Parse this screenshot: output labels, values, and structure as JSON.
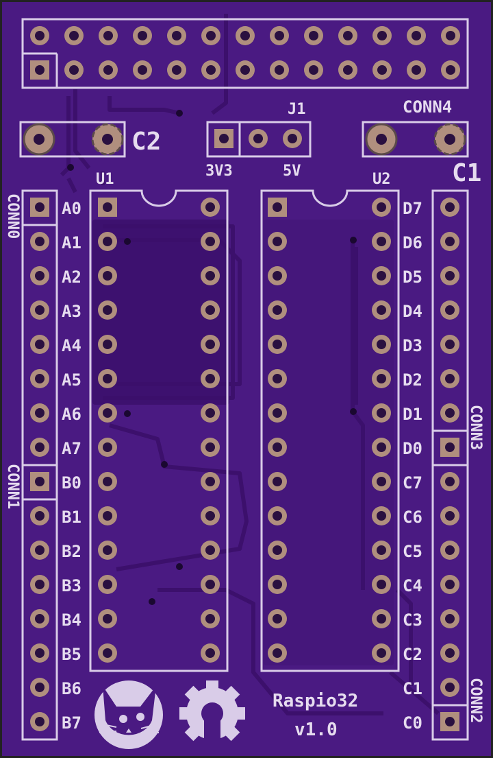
{
  "colors": {
    "board": "#4a1a82",
    "copper": "#3c106c",
    "silk": "#d9cce8",
    "pad": "#b08f7e",
    "hole": "#2a1040"
  },
  "labels": {
    "conn0": "CONN0",
    "conn1": "CONN1",
    "conn2": "CONN2",
    "conn3": "CONN3",
    "conn4": "CONN4",
    "j1": "J1",
    "u1": "U1",
    "u2": "U2",
    "c1": "C1",
    "c2": "C2",
    "v33": "3V3",
    "v5": "5V",
    "title": "Raspio32",
    "version": "v1.0"
  },
  "pinLabelsLeft": [
    "A0",
    "A1",
    "A2",
    "A3",
    "A4",
    "A5",
    "A6",
    "A7",
    "B0",
    "B1",
    "B2",
    "B3",
    "B4",
    "B5",
    "B6",
    "B7"
  ],
  "pinLabelsRight": [
    "D7",
    "D6",
    "D5",
    "D4",
    "D3",
    "D2",
    "D1",
    "D0",
    "C7",
    "C6",
    "C5",
    "C4",
    "C3",
    "C2",
    "C1",
    "C0"
  ],
  "icons": {
    "logo": "cat-logo-icon",
    "oshw": "open-hardware-gear-icon"
  }
}
